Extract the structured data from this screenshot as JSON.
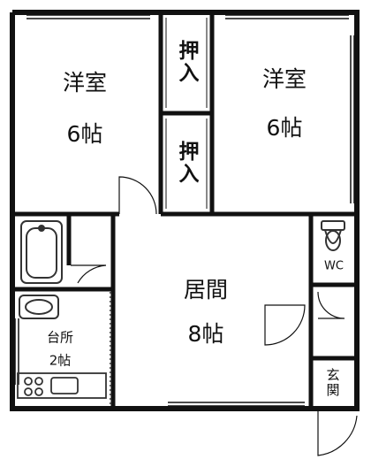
{
  "rooms": {
    "western_left": {
      "name": "洋室",
      "size": "6帖"
    },
    "western_right": {
      "name": "洋室",
      "size": "6帖"
    },
    "closet_top": {
      "label": "押入"
    },
    "closet_bottom": {
      "label": "押入"
    },
    "living": {
      "name": "居間",
      "size": "8帖"
    },
    "kitchen": {
      "name": "台所",
      "size": "2帖"
    },
    "toilet": {
      "label": "WC"
    },
    "entrance": {
      "label": "玄関"
    }
  },
  "colors": {
    "wall": "#111111",
    "fixture": "#333333",
    "background": "#ffffff"
  }
}
